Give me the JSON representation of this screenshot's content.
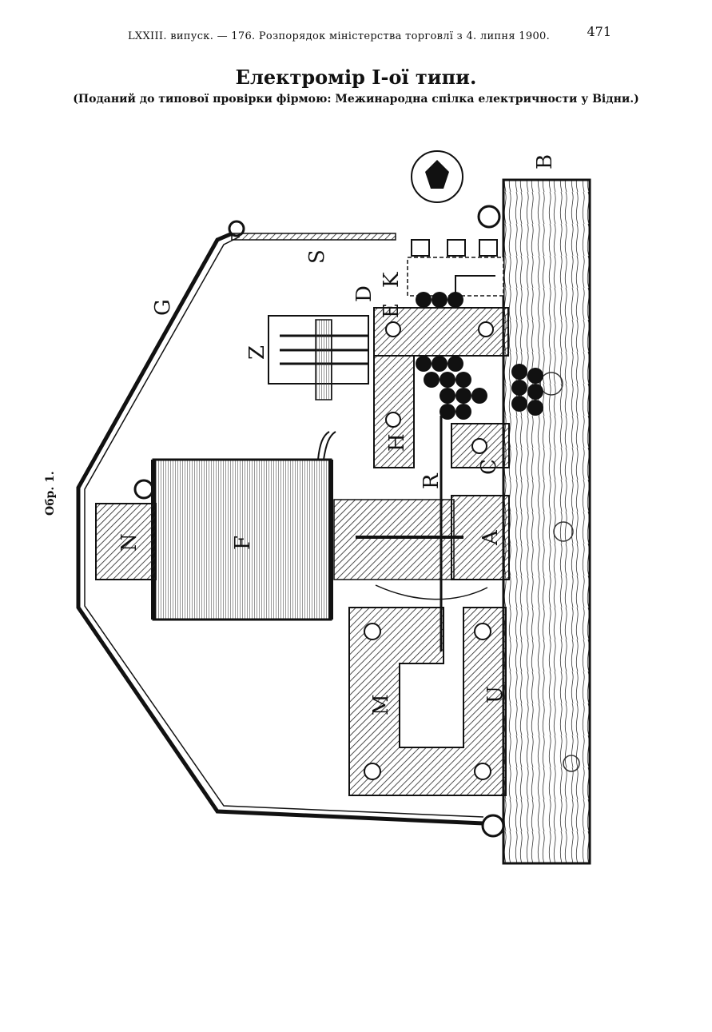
{
  "header": {
    "left": "LXXIII. випуск. — 176. Розпорядок міністерства торговлї з 4. липня 1900.",
    "page_number": "471"
  },
  "title": "Електромір I-ої типи.",
  "subtitle": "(Поданий до типової провірки фірмою: Межинародна спілка електричности у Відни.)",
  "figure": {
    "caption": "Обр. 1.",
    "labels": [
      "B",
      "G",
      "S",
      "K",
      "D",
      "Z",
      "E",
      "H",
      "R",
      "F",
      "N",
      "A",
      "M",
      "C",
      "U"
    ]
  }
}
